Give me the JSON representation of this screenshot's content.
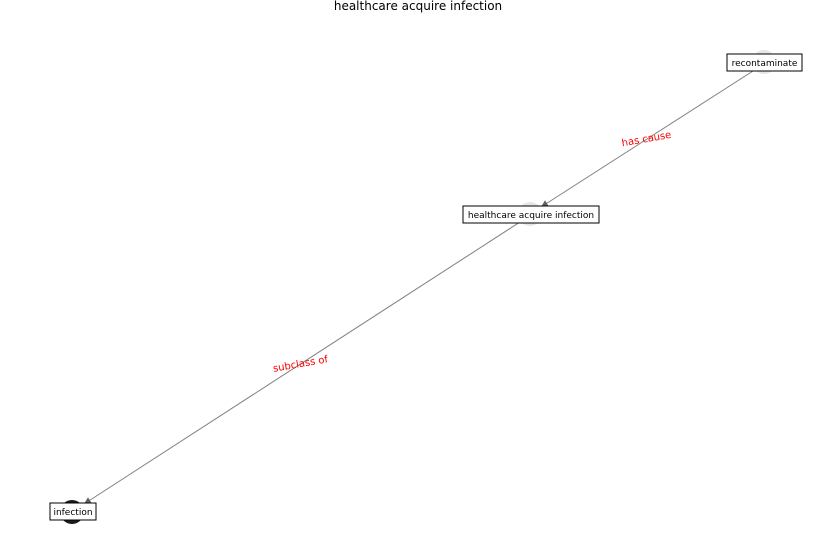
{
  "title": "healthcare acquire infection",
  "colors": {
    "edge": "#808080",
    "edge_label": "#ff0000",
    "node_light": "#e6e6e6",
    "node_dark": "#1a1a1a",
    "label_border": "#000000"
  },
  "nodes": [
    {
      "id": "recontaminate",
      "label": "recontaminate",
      "fill": "light"
    },
    {
      "id": "hai",
      "label": "healthcare acquire infection",
      "fill": "light"
    },
    {
      "id": "infection",
      "label": "infection",
      "fill": "dark"
    }
  ],
  "edges": [
    {
      "from": "recontaminate",
      "to": "hai",
      "label": "has cause"
    },
    {
      "from": "hai",
      "to": "infection",
      "label": "subclass of"
    }
  ]
}
